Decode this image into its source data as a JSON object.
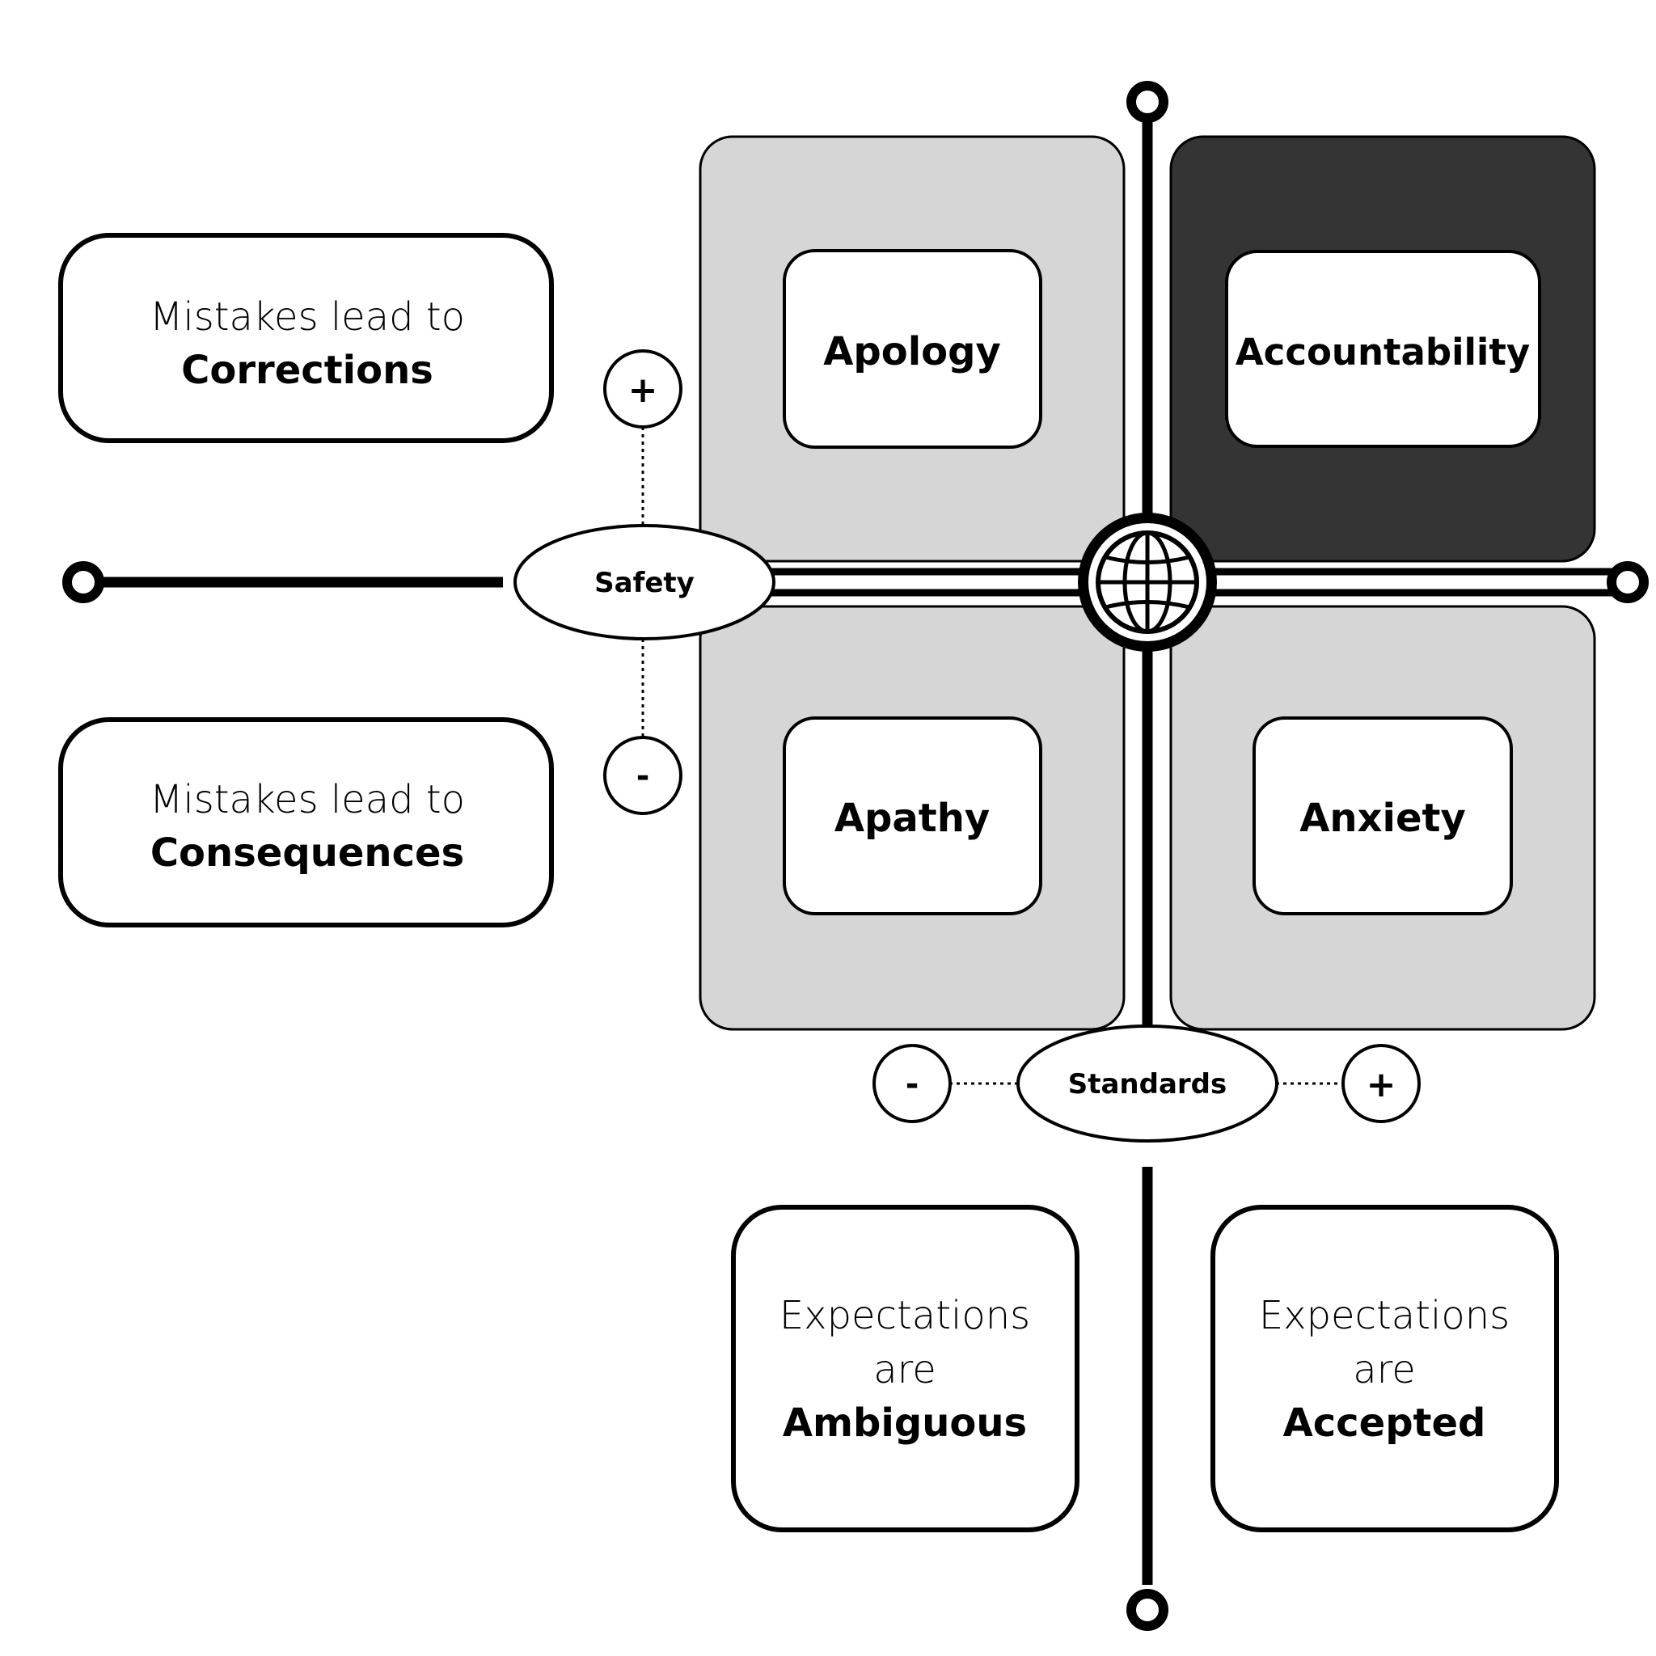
{
  "quadrants": {
    "top_left": "Apology",
    "top_right": "Accountability",
    "bottom_left": "Apathy",
    "bottom_right": "Anxiety"
  },
  "axes": {
    "vertical": {
      "label": "Safety",
      "plus": "+",
      "minus": "-"
    },
    "horizontal": {
      "label": "Standards",
      "plus": "+",
      "minus": "-"
    }
  },
  "side_notes": {
    "top": {
      "line1": "Mistakes lead to",
      "line2": "Corrections"
    },
    "bottom": {
      "line1": "Mistakes lead to",
      "line2": "Consequences"
    }
  },
  "bottom_notes": {
    "left": {
      "line1": "Expectations",
      "line2": "are",
      "line3": "Ambiguous"
    },
    "right": {
      "line1": "Expectations",
      "line2": "are",
      "line3": "Accepted"
    }
  },
  "center_icon": "globe-icon",
  "colors": {
    "quadrant_fill": "#d6d6d6",
    "highlight_fill": "#343434",
    "stroke": "#000000",
    "label_fill": "#ffffff"
  }
}
